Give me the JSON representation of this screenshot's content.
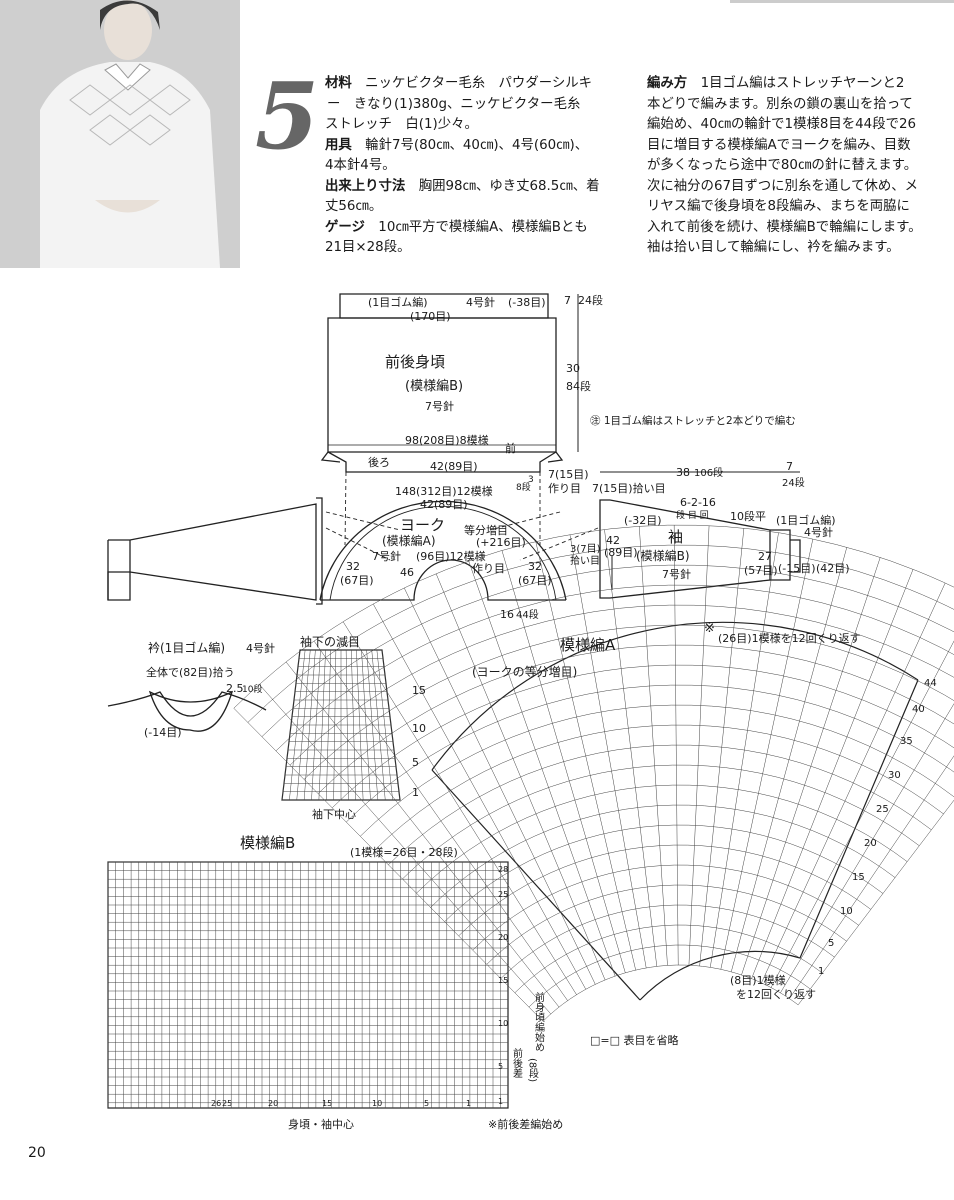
{
  "pattern_number": "5",
  "materials": {
    "l1_head": "材料",
    "l1": "ニッケビクター毛糸　パウダーシルキ",
    "l2": "ー　きなり(1)380g、ニッケビクター毛糸",
    "l3": "ストレッチ　白(1)少々。"
  },
  "tools": {
    "head": "用具",
    "l1": "輪針7号(80㎝、40㎝)、4号(60㎝)、",
    "l2": "4本針4号。"
  },
  "size": {
    "head": "出来上り寸法",
    "l1": "胸囲98㎝、ゆき丈68.5㎝、着",
    "l2": "丈56㎝。"
  },
  "gauge": {
    "head": "ゲージ",
    "l1": "10㎝平方で模様編A、模様編Bとも",
    "l2": "21目×28段。"
  },
  "method": {
    "head": "編み方",
    "l1": "1目ゴム編はストレッチヤーンと2",
    "l2": "本どりで編みます。別糸の鎖の裏山を拾って",
    "l3": "編始め、40㎝の輪針で1模様8目を44段で26",
    "l4": "目に増目する模様編Aでヨークを編み、目数",
    "l5": "が多くなったら途中で80㎝の針に替えます。",
    "l6": "次に袖分の67目ずつに別糸を通して休め、メ",
    "l7": "リヤス編で後身頃を8段編み、まちを両脇に",
    "l8": "入れて前後を続け、模様編Bで輪編にします。",
    "l9": "袖は拾い目して輪編にし、衿を編みます。"
  },
  "body_diagram": {
    "rib_label": "(1目ゴム編)",
    "needle4": "4号針",
    "dec38": "(-38目)",
    "sts170": "(170目)",
    "rib_h": "7",
    "rib_rows": "24段",
    "title": "前後身頃",
    "pattern": "(模様編B)",
    "needle7": "7号針",
    "body_h": "30",
    "body_rows": "84段",
    "width": "98(208目)8模様",
    "front": "前",
    "back": "後ろ",
    "gusset": "42(89目)",
    "cast7": "7(15目)",
    "cast7b": "作り目",
    "short8": "8段",
    "short3": "3"
  },
  "note": "㊟ 1目ゴム編はストレッチと2本どりで編む",
  "yoke_diagram": {
    "outer": "148(312目)12模様",
    "outer2": "42(89目)",
    "title": "ヨーク",
    "pattern": "(模様編A)",
    "needle": "7号針",
    "inc": "等分増目",
    "inc2": "(+216目)",
    "inner": "(96目)12模様",
    "inner2": "作り目",
    "left_w": "32",
    "left_s": "(67目)",
    "right_w": "32",
    "right_s": "(67目)",
    "depth": "46",
    "d16": "16",
    "d44": "44段"
  },
  "sleeve_diagram": {
    "len38": "38",
    "rows106": "106段",
    "cuff7": "7",
    "cuff_rows": "24段",
    "pickup": "7(15目)拾い目",
    "dec": "6-2-16",
    "dec2": "段 目 回",
    "flat": "10段平",
    "minus32": "(-32目)",
    "width42": "42",
    "sts89": "(89目)",
    "pick3": "3(7目)",
    "pick3b": "拾い目",
    "title": "袖",
    "pattern": "(模様編B)",
    "needle": "7号針",
    "rib": "(1目ゴム編)",
    "rib_needle": "4号針",
    "cuff_w": "27",
    "cuff_s": "(57目)",
    "cuff_dec": "(-15目)",
    "cuff_42": "(42目)"
  },
  "collar_diagram": {
    "title": "衿(1目ゴム編)",
    "needle": "4号針",
    "pickup": "全体で(82目)拾う",
    "h": "2.5",
    "rows": "10段",
    "dec": "(-14目)"
  },
  "underarm": {
    "title": "袖下の減目",
    "r15": "15",
    "r10": "10",
    "r5": "5",
    "r1": "1",
    "center": "袖下中心"
  },
  "chart_a": {
    "title": "模様編A",
    "sub": "(ヨークの等分増目)",
    "mark": "※",
    "repeat_top": "(26目)1模様を12回くり返す",
    "repeat_bot1": "(8目)1模様",
    "repeat_bot2": "を12回くり返す",
    "rows": [
      "44",
      "40",
      "35",
      "30",
      "25",
      "20",
      "15",
      "10",
      "5",
      "1"
    ]
  },
  "chart_b": {
    "title": "模様編B",
    "sub": "(1模様=26目・28段)",
    "rows": [
      "28",
      "25",
      "20",
      "15",
      "10",
      "5",
      "1"
    ],
    "cols": [
      "26",
      "25",
      "20",
      "15",
      "10",
      "5",
      "1"
    ],
    "note_r1": "前身頃編始め",
    "note_r2": "前後差",
    "note_r3": "(8段)",
    "center": "身頃・袖中心",
    "start": "※前後差編始め"
  },
  "legend": "□=□ 表目を省略",
  "page_number": "20"
}
